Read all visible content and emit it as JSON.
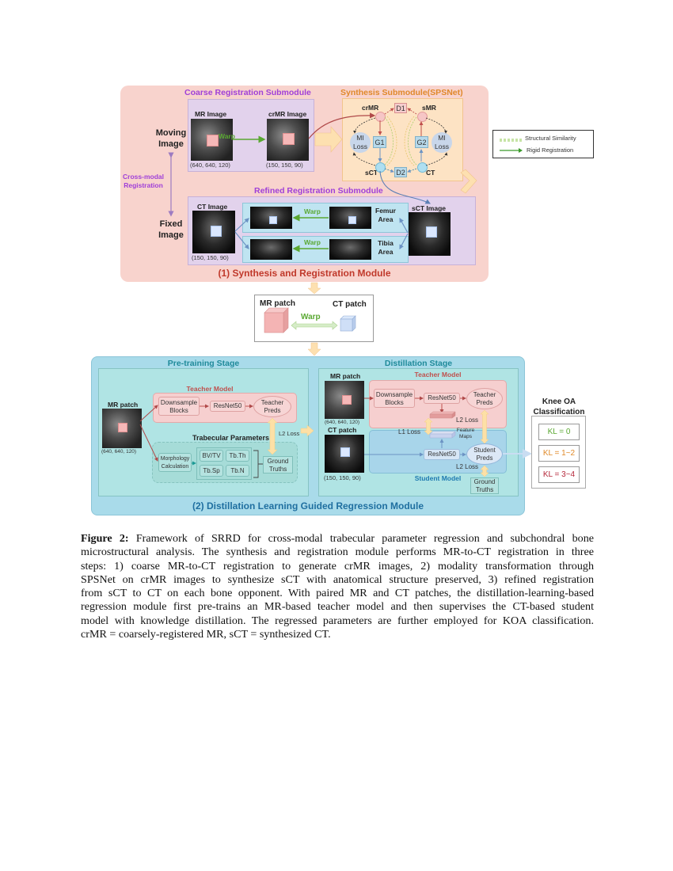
{
  "figure": {
    "module1": {
      "title": "(1) Synthesis and Registration Module",
      "coarse": {
        "title": "Coarse Registration Submodule",
        "mr_image_label": "MR Image",
        "mr_image_dims": "(640, 640, 120)",
        "crmr_image_label": "crMR Image",
        "crmr_image_dims": "(150, 150, 90)",
        "warp_label": "Warp"
      },
      "moving_label_1": "Moving",
      "moving_label_2": "Image",
      "fixed_label_1": "Fixed",
      "fixed_label_2": "Image",
      "cross_modal_1": "Cross-modal",
      "cross_modal_2": "Registration",
      "synthesis": {
        "title": "Synthesis Submodule(SPSNet)",
        "crmr": "crMR",
        "smr": "sMR",
        "sct": "sCT",
        "ct": "CT",
        "d1": "D1",
        "d2": "D2",
        "g1": "G1",
        "g2": "G2",
        "mi_loss_1": "MI",
        "mi_loss_2": "Loss"
      },
      "refined": {
        "title": "Refined Registration Submodule",
        "ct_image_label": "CT Image",
        "ct_image_dims": "(150, 150, 90)",
        "sct_image_label": "sCT Image",
        "warp_label": "Warp",
        "femur_1": "Femur",
        "femur_2": "Area",
        "tibia_1": "Tibia",
        "tibia_2": "Area"
      }
    },
    "legend": {
      "items": [
        {
          "label": "Structural Similarity",
          "style": "dashed",
          "color": "#7fc24a"
        },
        {
          "label": "Rigid Registration",
          "style": "arrow",
          "color": "#3a9a2a"
        }
      ]
    },
    "patch_pair": {
      "mr_label": "MR patch",
      "ct_label": "CT patch",
      "warp_label": "Warp"
    },
    "module2": {
      "title": "(2) Distillation Learning Guided Regression Module",
      "pretraining": {
        "title": "Pre-training Stage",
        "mr_patch_label": "MR patch",
        "mr_patch_dims": "(640, 640, 120)",
        "teacher_title": "Teacher Model",
        "downsample_1": "Downsample",
        "downsample_2": "Blocks",
        "resnet": "ResNet50",
        "teacher_preds_1": "Teacher",
        "teacher_preds_2": "Preds",
        "l2_loss": "L2 Loss",
        "trabecular_title": "Trabecular Parameters",
        "morph_1": "Morphology",
        "morph_2": "Calculation",
        "params": [
          "BV/TV",
          "Tb.Th",
          "Tb.Sp",
          "Tb.N"
        ],
        "ground_1": "Ground",
        "ground_2": "Truths"
      },
      "distillation": {
        "title": "Distillation Stage",
        "mr_patch_label": "MR patch",
        "mr_patch_dims": "(640, 640, 120)",
        "ct_patch_label": "CT patch",
        "ct_patch_dims": "(150, 150, 90)",
        "teacher_title": "Teacher Model",
        "student_title": "Student Model",
        "downsample_1": "Downsample",
        "downsample_2": "Blocks",
        "resnet_teacher": "ResNet50",
        "resnet_student": "ResNet50",
        "teacher_preds_1": "Teacher",
        "teacher_preds_2": "Preds",
        "student_preds_1": "Student",
        "student_preds_2": "Preds",
        "l2_loss_top": "L2 Loss",
        "l1_loss": "L1 Loss",
        "feature_1": "Feature",
        "feature_2": "Maps",
        "l2_loss_bottom": "L2 Loss",
        "ground_1": "Ground",
        "ground_2": "Truths"
      }
    },
    "classification": {
      "title_1": "Knee OA",
      "title_2": "Classification",
      "grades": [
        {
          "label": "KL = 0",
          "color": "#5aa832"
        },
        {
          "label": "KL = 1~2",
          "color": "#e08a2a"
        },
        {
          "label": "KL = 3~4",
          "color": "#b5283a"
        }
      ]
    }
  },
  "caption": {
    "label": "Figure 2:",
    "lines": [
      " Framework of SRRD for cross-modal trabecular parameter regression and subchondral bone",
      "microstructural analysis. The synthesis and registration module performs MR-to-CT registration in three",
      "steps: 1) coarse MR-to-CT registration to generate crMR images, 2) modality transformation through",
      "SPSNet on crMR images to synthesize sCT with anatomical structure preserved, 3) refined registration",
      "from sCT to CT on each bone opponent. With paired MR and CT patches, the distillation-learning-based",
      "regression module first pre-trains an MR-based teacher model and then supervises the CT-based student",
      "model with knowledge distillation. The regressed parameters are further employed for KOA classification.",
      "crMR = coarsely-registered MR, sCT = synthesized CT."
    ]
  }
}
